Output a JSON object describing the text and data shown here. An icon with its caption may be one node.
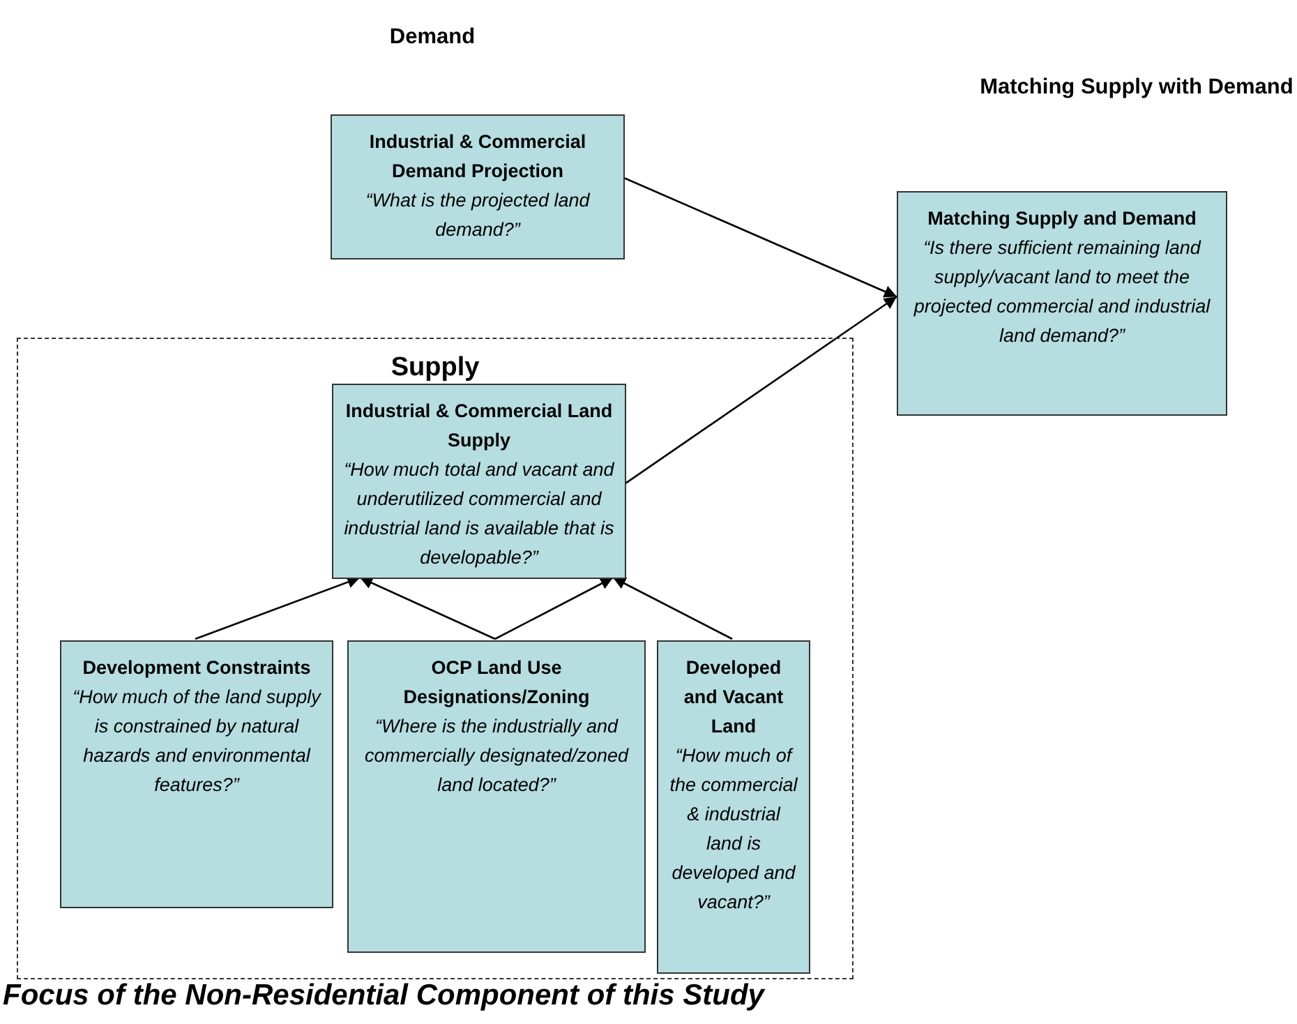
{
  "diagram": {
    "caption": "Focus of the Non-Residential Component of this Study",
    "nodes": [
      {
        "text": [
          "Industrial & Commercial Demand Projection",
          "“What is the projected land demand?”"
        ]
      },
      {
        "text": [
          "Matching Supply and Demand",
          "“Is there sufficient remaining land supply/vacant land to meet the projected commercial and industrial land demand?”"
        ]
      },
      {
        "text": [
          "Supply"
        ]
      },
      {
        "text": [
          "Industrial & Commercial Land Supply",
          "“How much total and vacant and underutilized commercial and industrial land is available that is developable?”"
        ],
        "in": 2
      },
      {
        "text": [
          "Development Constraints",
          "“How much of the land supply is constrained by natural hazards and environmental features?”"
        ],
        "in": 2
      },
      {
        "text": [
          "OCP Land Use Designations/Zoning",
          "“Where is the industrially and commercially designated/zoned land located?”"
        ],
        "in": 2
      },
      {
        "text": [
          "Developed and Vacant Land",
          "“How much of the commercial & industrial land is developed and vacant?”"
        ],
        "in": 2
      }
    ],
    "edges": [
      {
        "from": 0,
        "to": 1,
        "arrow": "to"
      },
      {
        "from": 3,
        "to": 1,
        "arrow": "to"
      },
      {
        "from": 4,
        "to": 3,
        "arrow": "to"
      },
      {
        "from": 5,
        "to": 3,
        "arrow": "to"
      },
      {
        "from": 5,
        "to": 3,
        "arrow": "to"
      },
      {
        "from": 6,
        "to": 3,
        "arrow": "to"
      }
    ],
    "labels": [
      "Demand",
      "Matching Supply with Demand"
    ]
  }
}
